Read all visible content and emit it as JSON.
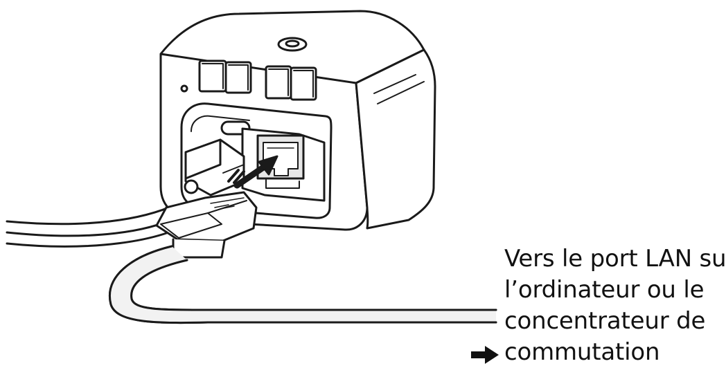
{
  "caption": {
    "lines": [
      "Vers le port LAN sur",
      "l’ordinateur ou le",
      "concentrateur de",
      "commutation"
    ]
  },
  "icons": {
    "pointer": "right-arrow-icon"
  },
  "colors": {
    "line": "#1a1a1a",
    "fill": "#ffffff",
    "cable_fill": "#f2f2f2",
    "port_fill": "#e6e6e6"
  }
}
